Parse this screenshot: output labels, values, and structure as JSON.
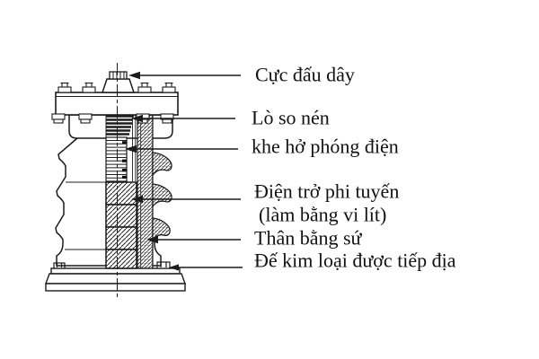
{
  "diagram": {
    "background_color": "#ffffff",
    "line_color": "#1c1c1c",
    "labels": [
      {
        "id": "terminal",
        "text": "Cực đấu dây"
      },
      {
        "id": "spring",
        "text": "Lò so nén"
      },
      {
        "id": "spark_gap",
        "text": "khe hở phóng điện"
      },
      {
        "id": "nonlinear_resistor",
        "text": "Điện trở phi tuyến"
      },
      {
        "id": "nonlinear_resistor_note",
        "text": "(làm bằng vi lít)"
      },
      {
        "id": "porcelain_body",
        "text": "Thân bằng sứ"
      },
      {
        "id": "grounded_base",
        "text": "Đế kim loại được tiếp địa"
      }
    ]
  }
}
